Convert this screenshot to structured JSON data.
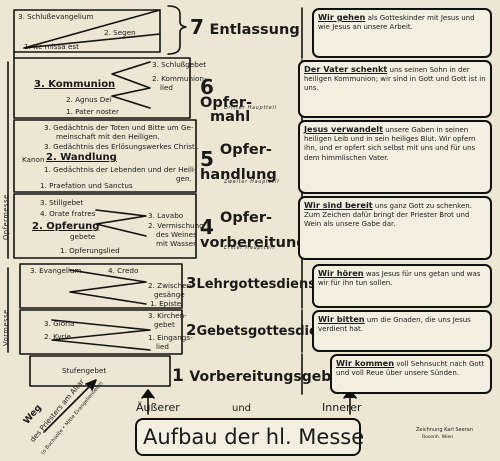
{
  "title": {
    "outer": "Äußerer",
    "and": "und",
    "inner": "Innerer",
    "main": "Aufbau der hl. Messe"
  },
  "stages": [
    {
      "id": "entlassung",
      "num": "7",
      "name": "Entlassung",
      "subtitle": "",
      "inner_lead": "Wir gehen",
      "inner_text": "als Gotteskinder mit Jesus und wie Jesus an unsere Arbeit."
    },
    {
      "id": "opfermahl",
      "num": "6",
      "name_line1": "Opfer-",
      "name_line2": "mahl",
      "subtitle": "Dritter Hauptteil",
      "inner_lead": "Der Vater schenkt",
      "inner_text": "uns seinen Sohn in der heiligen Kommunion; wir sind in Gott und Gott ist in uns."
    },
    {
      "id": "opferhandlung",
      "num": "5",
      "name_line1": "Opfer-",
      "name_line2": "handlung",
      "subtitle": "Zweiter Hauptteil",
      "inner_lead": "Jesus verwandelt",
      "inner_text": "unsere Gaben in seinen heiligen Leib und in sein heiliges Blut. Wir opfern ihn, und er opfert sich selbst mit uns und für uns dem himmlischen Vater."
    },
    {
      "id": "opfervorbereitung",
      "num": "4",
      "name_line1": "Opfer-",
      "name_line2": "vorbereitung",
      "subtitle": "Erster Hauptteil",
      "inner_lead": "Wir sind bereit",
      "inner_text": "uns ganz Gott zu schenken. Zum Zeichen dafür bringt der Priester Brot und Wein als unsere Gabe dar."
    },
    {
      "id": "lehrgottesdienst",
      "num": "3",
      "name": "Lehrgottesdienst",
      "subtitle": "",
      "inner_lead": "Wir hören",
      "inner_text": "was Jesus für uns getan und was wir für ihn tun sollen."
    },
    {
      "id": "gebetsgottesdienst",
      "num": "2",
      "name": "Gebetsgottesdienst",
      "subtitle": "",
      "inner_lead": "Wir bitten",
      "inner_text": "um die Gnaden, die uns Jesus verdient hat."
    },
    {
      "id": "vorbereitungsgebet",
      "num": "1",
      "name": "Vorbereitungsgebet",
      "subtitle": "",
      "inner_lead": "Wir kommen",
      "inner_text": "voll Sehnsucht nach Gott und voll Reue über unsere Sünden."
    }
  ],
  "outer": {
    "schlussevangelium": "3. Schlußevangelium",
    "segen": "2. Segen",
    "ite_missa": "1. Ite missa est",
    "schlussgebet": "3. Schlußgebet",
    "kommunion": "3. Kommunion",
    "kommunionlied_a": "2. Kommunion-",
    "kommunionlied_b": "lied",
    "agnus": "2. Agnus Dei",
    "pater": "1. Pater noster",
    "kanon": "Kanon",
    "gedaechtnis_toten_a": "3. Gedächtnis der Toten und Bitte um Ge-",
    "gedaechtnis_toten_b": "meinschaft mit den Heiligen.",
    "gedaechtnis_erloesung": "3. Gedächtnis des Erlösungswerkes Christi.",
    "wandlung": "2. Wandlung",
    "gedaechtnis_lebenden_a": "1. Gedächtnis der Lebenden und der Heili-",
    "gedaechtnis_lebenden_b": "gen.",
    "praefation": "1. Praefation und Sanctus",
    "stillgebet": "3. Stillgebet",
    "orate": "4. Orate fratres",
    "lavabo": "3. Lavabo",
    "opferung_a": "2. Opferung",
    "opferung_b": "gebete",
    "vermischung_a": "2. Vermischung",
    "vermischung_b": "des Weines",
    "vermischung_c": "mit Wasser",
    "opferungslied": "1. Opferungslied",
    "evangelium": "3. Evangelium",
    "credo": "4. Credo",
    "zwischen_a": "2. Zwischen-",
    "zwischen_b": "gesänge",
    "epistel": "1. Epistel",
    "gloria": "3. Gloria",
    "kirchen_a": "3. Kirchen-",
    "kirchen_b": "gebet",
    "kyrie": "2. Kyrie",
    "eingang_a": "1. Eingangs-",
    "eingang_b": "lied",
    "stufengebet": "Stufengebet",
    "opfermesse": "Opfermesse",
    "vormesse": "Vormesse",
    "weg_a": "Weg",
    "weg_b": "des Priesters am Altar",
    "weg_c": "(o Buchseite • Mitte Evangelienseite)"
  },
  "credit_a": "Zeichnung Karl Seeran",
  "credit_b": "Rosenh. Wien",
  "colors": {
    "ink": "#111111",
    "paper": "#ece6d2",
    "box": "#f3efe0"
  }
}
